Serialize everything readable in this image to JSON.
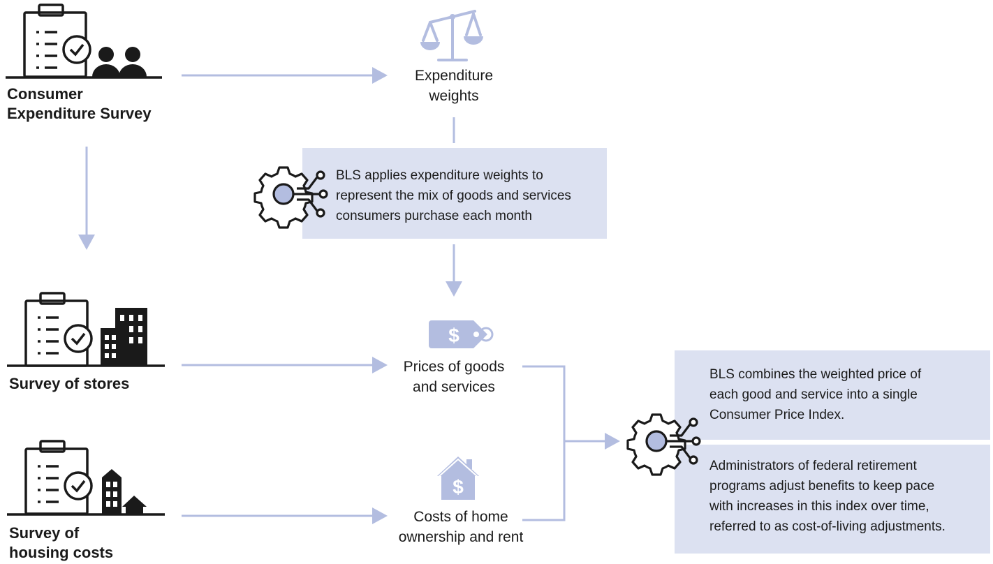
{
  "sources": [
    {
      "label": "Consumer\nExpenditure Survey",
      "icon": "clipboard-people-icon"
    },
    {
      "label": "Survey of stores",
      "icon": "clipboard-buildings-icon"
    },
    {
      "label": "Survey of\nhousing costs",
      "icon": "clipboard-houses-icon"
    }
  ],
  "nodes": {
    "expenditure_weights": {
      "label": "Expenditure\nweights",
      "icon": "balance-scale-icon"
    },
    "prices": {
      "label": "Prices of goods\nand services",
      "icon": "price-tag-icon"
    },
    "home_costs": {
      "label": "Costs of home\nownership and rent",
      "icon": "house-dollar-icon"
    }
  },
  "process_boxes": {
    "weights_box": {
      "text": "BLS applies expenditure weights to\nrepresent the mix of goods and services\nconsumers purchase each month",
      "icon": "gear-process-icon"
    },
    "combine_box": {
      "text": "BLS combines the weighted price of\neach good and service into a single\nConsumer Price Index."
    },
    "adjust_box": {
      "text": "Administrators of federal retirement\nprograms adjust benefits to keep pace\nwith increases in this index over time,\nreferred to as cost-of-living adjustments.",
      "icon": "gear-process-icon"
    }
  },
  "colors": {
    "arrow": "#b3bde0",
    "box": "#dce1f1",
    "icon_fill": "#b3bde0",
    "ink": "#1a1a1a"
  }
}
